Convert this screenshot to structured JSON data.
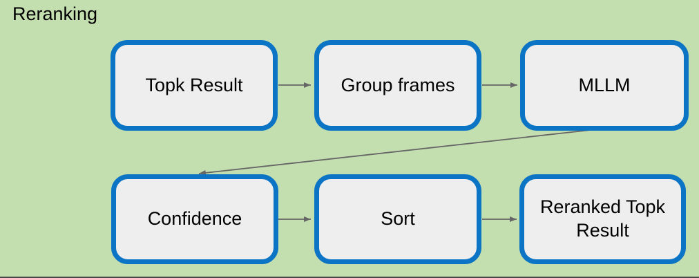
{
  "title": "Reranking",
  "colors": {
    "background": "#c3deaf",
    "node_fill": "#eeeeee",
    "node_border": "#0c74c4",
    "arrow": "#666666",
    "text": "#000000"
  },
  "nodes": [
    {
      "id": "topk-result",
      "label": "Topk Result"
    },
    {
      "id": "group-frames",
      "label": "Group frames"
    },
    {
      "id": "mllm",
      "label": "MLLM"
    },
    {
      "id": "confidence",
      "label": "Confidence"
    },
    {
      "id": "sort",
      "label": "Sort"
    },
    {
      "id": "reranked-topk-result",
      "label": "Reranked Topk Result"
    }
  ],
  "edges": [
    {
      "from": "topk-result",
      "to": "group-frames"
    },
    {
      "from": "group-frames",
      "to": "mllm"
    },
    {
      "from": "mllm",
      "to": "confidence"
    },
    {
      "from": "confidence",
      "to": "sort"
    },
    {
      "from": "sort",
      "to": "reranked-topk-result"
    }
  ]
}
